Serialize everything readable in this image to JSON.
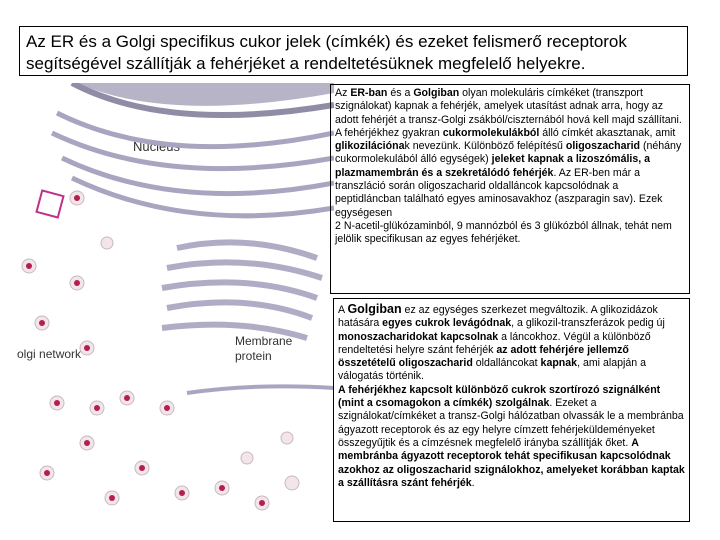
{
  "title": {
    "line1": "Az ER és a Golgi specifikus cukor jelek (címkék) és ezeket felismerő receptorok",
    "line2": "segítségével szállítják a fehérjéket a rendeltetésüknek megfelelő helyekre."
  },
  "figure": {
    "nucleus_label": "Nucleus",
    "golgi_label": "olgi network",
    "membrane_label_1": "Membrane",
    "membrane_label_2": "protein"
  },
  "box1": {
    "p1_a": "Az ",
    "p1_b": "ER-ban",
    "p1_c": " és a ",
    "p1_d": "Golgiban",
    "p1_e": " olyan molekuláris címkéket (transzport szignálokat) kapnak a fehérjék, amelyek utasítást adnak arra, hogy az adott fehérjét a transz-Golgi zsákból/ciszternából hová kell majd szállítani.",
    "p2_a": "A fehérjékhez gyakran ",
    "p2_b": "cukormolekulákból",
    "p2_c": " álló címkét akasztanak, amit ",
    "p2_d": "glikozilációna",
    "p2_e": "k nevezünk. Különböző felépítésű ",
    "p2_f": "oligoszacharid",
    "p2_g": " (néhány cukormolekulából álló egységek) ",
    "p2_h": "jeleket kapnak a lizoszómális, a plazmamembrán és a szekretálódó fehérjék",
    "p2_i": ". Az ER-ben már a transzláció során oligoszacharid oldalláncok kapcsolódnak a peptidláncban található egyes aminosavakhoz (aszparagin sav). Ezek egységesen",
    "p3": "2 N-acetil-glükózaminból, 9 mannózból és 3 glükózból állnak, tehát nem jelölik specifikusan az egyes fehérjéket."
  },
  "box2": {
    "a": " A ",
    "b": "Golgiban",
    "c": " ez az egységes szerkezet megváltozik. A glikozidázok hatására ",
    "d": "egyes cukrok levágódnak",
    "e": ", a glikozil-transzferázok pedig új ",
    "f": "monoszacharidokat kapcsolnak",
    "g": " a láncokhoz. Végül a különböző rendeltetési helyre szánt fehérjék ",
    "h": "az adott fehérjére jellemző összetételű oligoszacharid",
    "i": " oldalláncokat ",
    "j": "kapnak",
    "k": ", ami alapján a válogatás történik.",
    "l": "A fehérjékhez kapcsolt különböző cukrok szortírozó szignálként (mint a csomagokon a címkék) szolgálnak",
    "m": ". Ezeket a szignálokat/címkéket a transz-Golgi hálózatban olvassák le a membránba ágyazott receptorok  és az egy helyre címzett fehérjeküldeményeket összegyűjtik és a címzésnek megfelelő irányba szállítják őket. ",
    "n": "A membránba ágyazott receptorok tehát specifikusan kapcsolódnak azokhoz az oligoszacharid szignálokhoz, amelyeket korábban kaptak a szállításra szánt fehérjék",
    "o": "."
  }
}
